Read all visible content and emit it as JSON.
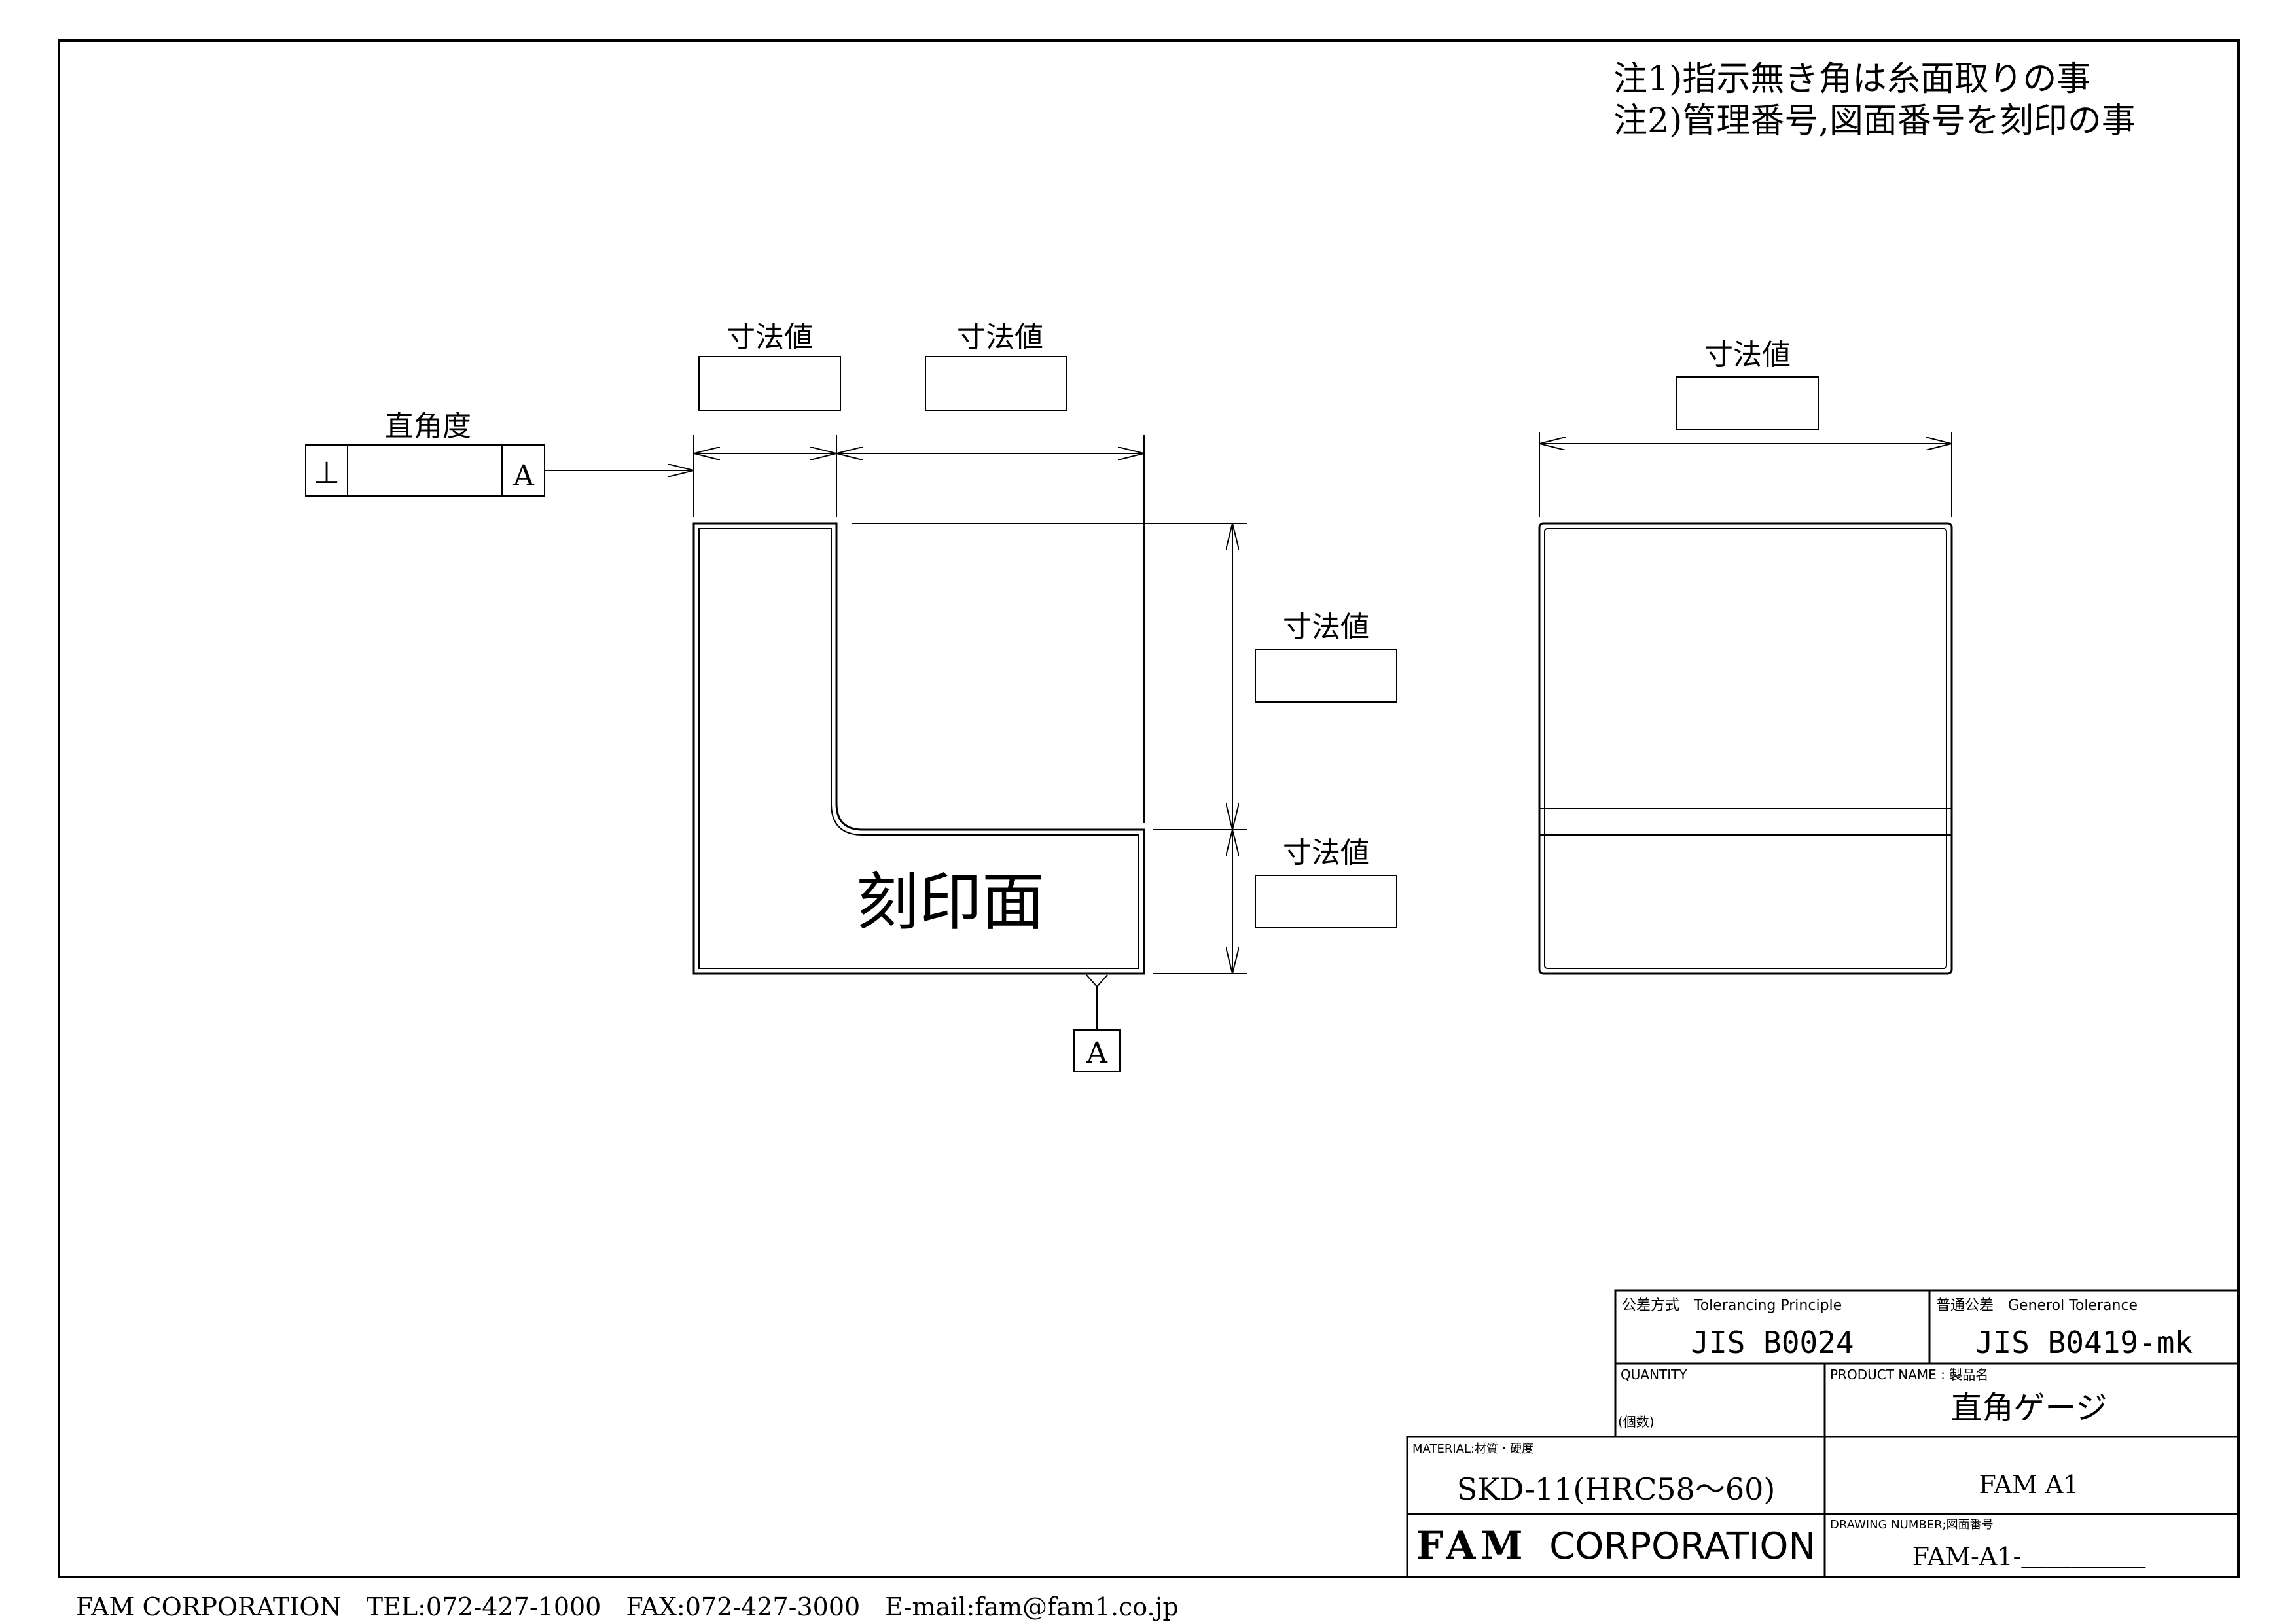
{
  "notes": [
    "注1)指示無き角は糸面取りの事",
    "注2)管理番号,図面番号を刻印の事"
  ],
  "dimension_label": "寸法値",
  "perpendicularity": {
    "label": "直角度",
    "symbol": "⊥",
    "datum": "A"
  },
  "datum_marker": "A",
  "engrave_face_label": "刻印面",
  "title_block": {
    "tolerancing_principle_label": "公差方式　Tolerancing Principle",
    "tolerancing_principle_value": "JIS B0024",
    "general_tolerance_label": "普通公差　Generol Tolerance",
    "general_tolerance_value": "JIS B0419-mk",
    "quantity_label": "QUANTITY",
    "quantity_label_jp": "(個数)",
    "product_name_label": "PRODUCT NAME : 製品名",
    "product_name_value": "直角ゲージ",
    "product_code": "FAM A1",
    "material_label": "MATERIAL:材質・硬度",
    "material_value": "SKD-11(HRC58〜60)",
    "company_name_bold": "FAM",
    "company_name_rest": "CORPORATION",
    "drawing_number_label": "DRAWING NUMBER;図面番号",
    "drawing_number_value": "FAM-A1-＿＿＿＿＿"
  },
  "footer": "FAM CORPORATION　TEL:072-427-1000　FAX:072-427-3000　E-mail:fam@fam1.co.jp"
}
